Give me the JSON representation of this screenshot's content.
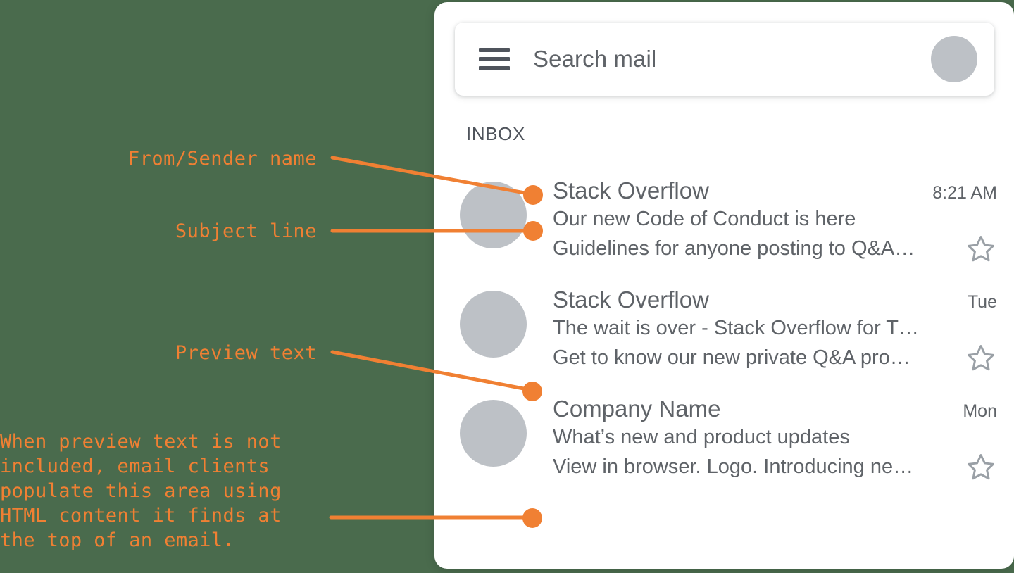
{
  "colors": {
    "background": "#4a6b4d",
    "accent_orange": "#F08033",
    "panel": "#ffffff",
    "text_gray": "#5f6368",
    "avatar_gray": "#bdc1c6",
    "icon_dark": "#4f545c"
  },
  "annotations": {
    "from_sender": "From/Sender name",
    "subject_line": "Subject line",
    "preview_text": "Preview text",
    "note": "When preview text is not\nincluded, email clients\npopulate this area using\nHTML content it finds at\nthe top of an email."
  },
  "app": {
    "search": {
      "placeholder": "Search mail",
      "menu_icon": "hamburger-menu-icon",
      "avatar_icon": "account-avatar"
    },
    "inbox_label": "INBOX",
    "emails": [
      {
        "sender": "Stack Overflow",
        "timestamp": "8:21 AM",
        "subject": "Our new Code of Conduct is here",
        "preview": "Guidelines for anyone posting to Q&A…",
        "starred": false
      },
      {
        "sender": "Stack Overflow",
        "timestamp": "Tue",
        "subject": "The wait is over - Stack Overflow for T…",
        "preview": "Get to know our new private Q&A pro…",
        "starred": false
      },
      {
        "sender": "Company Name",
        "timestamp": "Mon",
        "subject": "What’s new and product updates",
        "preview": "View in browser. Logo. Introducing ne…",
        "starred": false
      }
    ]
  }
}
